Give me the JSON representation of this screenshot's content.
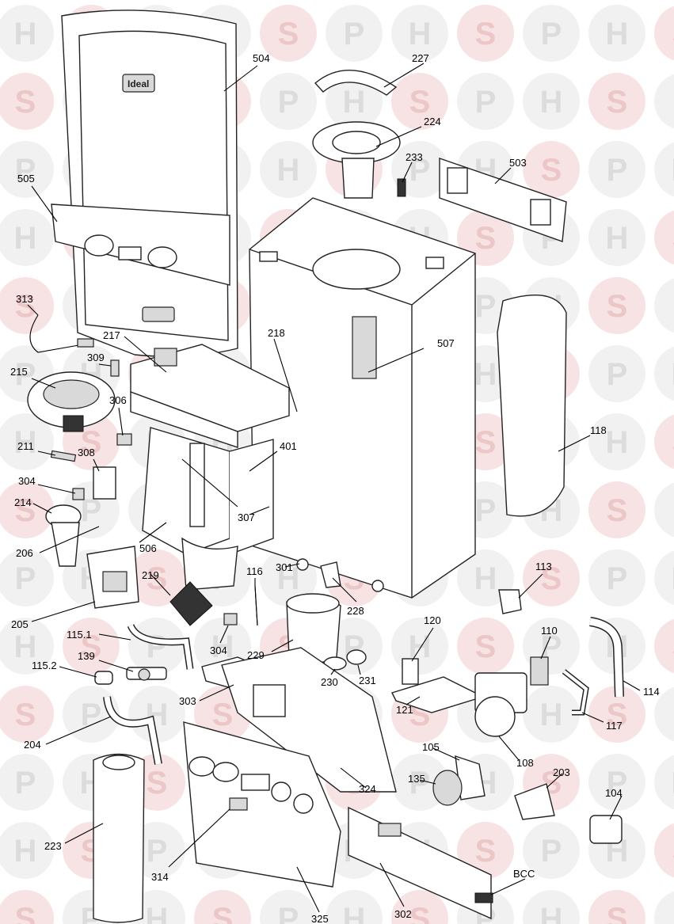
{
  "diagram": {
    "watermark": {
      "letters": [
        "H",
        "S",
        "P"
      ],
      "colors": {
        "grey": "#f1f1f1",
        "red": "#f7e3e3"
      }
    },
    "labels": {
      "c504": "504",
      "c227": "227",
      "c224": "224",
      "c233": "233",
      "c503": "503",
      "c505": "505",
      "c313": "313",
      "c217": "217",
      "c218": "218",
      "c507": "507",
      "c309": "309",
      "c215": "215",
      "c306": "306",
      "c118": "118",
      "c401": "401",
      "c211": "211",
      "c308": "308",
      "c304a": "304",
      "c214": "214",
      "c307": "307",
      "c206": "206",
      "c506": "506",
      "c301": "301",
      "c113": "113",
      "c219": "219",
      "c116": "116",
      "c228": "228",
      "c205": "205",
      "c1151": "115.1",
      "c120": "120",
      "c110": "110",
      "c304b": "304",
      "c229": "229",
      "c139": "139",
      "c1152": "115.2",
      "c230": "230",
      "c231": "231",
      "c114": "114",
      "c303": "303",
      "c121": "121",
      "c117": "117",
      "c204": "204",
      "c105": "105",
      "c108": "108",
      "c203": "203",
      "c135": "135",
      "c324": "324",
      "c104": "104",
      "c223": "223",
      "c314": "314",
      "cBCC": "BCC",
      "c325": "325",
      "c302": "302"
    },
    "logo_text": "Ideal"
  }
}
